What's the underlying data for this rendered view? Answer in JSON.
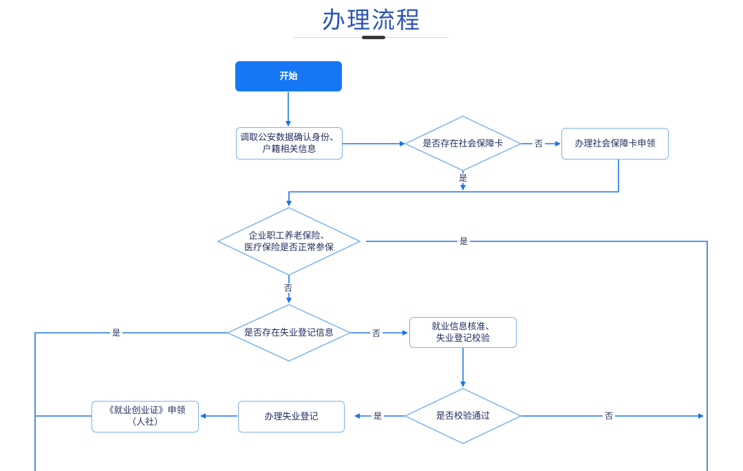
{
  "page": {
    "title": "办理流程"
  },
  "nodes": {
    "start": "开始",
    "fetch_info": "调取公安数据确认身份、\n户籍相关信息",
    "has_card": "是否存在社会保障卡",
    "apply_card": "办理社会保障卡申领",
    "insured": "企业职工养老保险、\n医疗保险是否正常参保",
    "has_unemp": "是否存在失业登记信息",
    "verify_job": "就业信息核准、\n失业登记校验",
    "passed": "是否校验通过",
    "register_unemp": "办理失业登记",
    "apply_cert": "《就业创业证》申领\n（人社）"
  },
  "labels": {
    "yes": "是",
    "no": "否"
  },
  "colors": {
    "accent": "#1677f5",
    "line": "#1a73e8",
    "border": "#7bb0f0",
    "title": "#2e55b8"
  }
}
